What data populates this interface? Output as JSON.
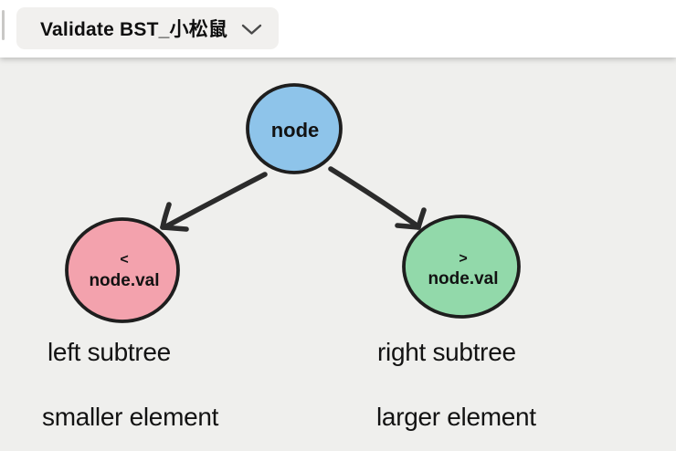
{
  "header": {
    "tab_label": "Validate BST_小松鼠"
  },
  "canvas": {
    "root_node": {
      "label": "node",
      "fill": "#8ec4ea"
    },
    "left_node": {
      "operator": "<",
      "label": "node.val",
      "fill": "#f3a2ad"
    },
    "right_node": {
      "operator": ">",
      "label": "node.val",
      "fill": "#92d9aa"
    },
    "captions": {
      "left_subtree": "left subtree",
      "smaller_element": "smaller element",
      "right_subtree": "right subtree",
      "larger_element": "larger element"
    },
    "colors": {
      "outline": "#1e1e1e",
      "arrow": "#2b2b2b",
      "caption_text": "#131313",
      "background": "#efefed"
    }
  }
}
